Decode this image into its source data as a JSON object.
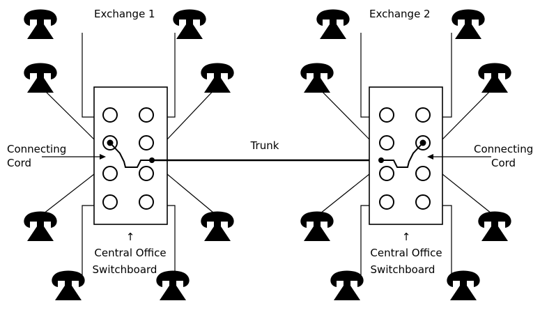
{
  "exchanges": [
    {
      "title": "Exchange 1",
      "connecting_cord_line1": "Connecting",
      "connecting_cord_line2": "Cord",
      "switchboard_line1": "Central Office",
      "switchboard_line2": "Switchboard",
      "arrow": "↑",
      "phone_count": 8,
      "jack_count": 8
    },
    {
      "title": "Exchange 2",
      "connecting_cord_line1": "Connecting",
      "connecting_cord_line2": "Cord",
      "switchboard_line1": "Central Office",
      "switchboard_line2": "Switchboard",
      "arrow": "↑",
      "phone_count": 8,
      "jack_count": 8
    }
  ],
  "trunk_label": "Trunk"
}
